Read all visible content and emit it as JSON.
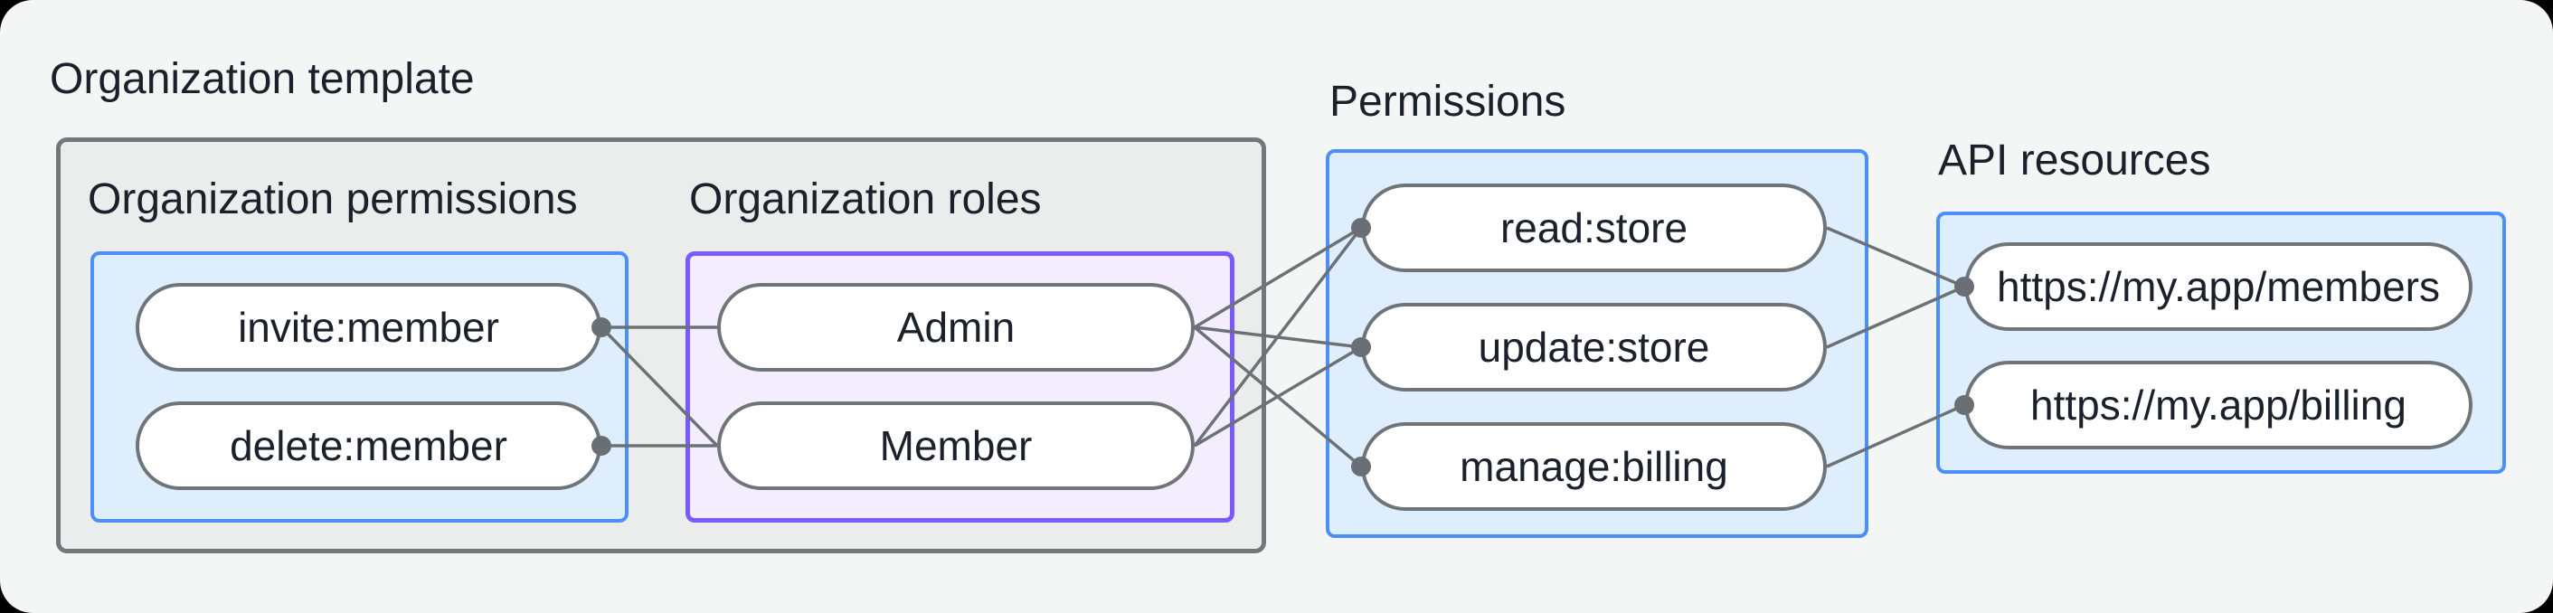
{
  "org_template": {
    "label": "Organization template"
  },
  "org_permissions": {
    "label": "Organization permissions",
    "items": [
      {
        "id": "invite-member",
        "label": "invite:member"
      },
      {
        "id": "delete-member",
        "label": "delete:member"
      }
    ]
  },
  "org_roles": {
    "label": "Organization roles",
    "items": [
      {
        "id": "admin",
        "label": "Admin"
      },
      {
        "id": "member",
        "label": "Member"
      }
    ]
  },
  "permissions": {
    "label": "Permissions",
    "items": [
      {
        "id": "read-store",
        "label": "read:store"
      },
      {
        "id": "update-store",
        "label": "update:store"
      },
      {
        "id": "manage-billing",
        "label": "manage:billing"
      }
    ]
  },
  "api_resources": {
    "label": "API resources",
    "items": [
      {
        "id": "api-members",
        "label": "https://my.app/members"
      },
      {
        "id": "api-billing",
        "label": "https://my.app/billing"
      }
    ]
  },
  "edges": [
    {
      "from": "invite-member",
      "from_side": "right",
      "to": "admin",
      "to_side": "left",
      "dot": "from"
    },
    {
      "from": "invite-member",
      "from_side": "right",
      "to": "member",
      "to_side": "left",
      "dot": "from"
    },
    {
      "from": "delete-member",
      "from_side": "right",
      "to": "member",
      "to_side": "left",
      "dot": "from"
    },
    {
      "from": "admin",
      "from_side": "right",
      "to": "read-store",
      "to_side": "left",
      "dot": "to"
    },
    {
      "from": "admin",
      "from_side": "right",
      "to": "update-store",
      "to_side": "left",
      "dot": "to"
    },
    {
      "from": "admin",
      "from_side": "right",
      "to": "manage-billing",
      "to_side": "left",
      "dot": "to"
    },
    {
      "from": "member",
      "from_side": "right",
      "to": "read-store",
      "to_side": "left",
      "dot": "to"
    },
    {
      "from": "member",
      "from_side": "right",
      "to": "update-store",
      "to_side": "left",
      "dot": "to"
    },
    {
      "from": "read-store",
      "from_side": "right",
      "to": "api-members",
      "to_side": "left",
      "dot": "to"
    },
    {
      "from": "update-store",
      "from_side": "right",
      "to": "api-members",
      "to_side": "left",
      "dot": "to"
    },
    {
      "from": "manage-billing",
      "from_side": "right",
      "to": "api-billing",
      "to_side": "left",
      "dot": "to"
    }
  ],
  "style": {
    "background": "#f4f6f5",
    "container_fill": "#ebedec",
    "container_border": "#72777b",
    "blue_fill": "#deeefc",
    "blue_border": "#4a90f8",
    "purple_fill": "#f3edfd",
    "purple_border": "#7a5af8",
    "node_fill": "#ffffff",
    "node_border": "#6e7478",
    "text_color": "#1a212b",
    "line_color": "#6b7176",
    "dot_color": "#696f74",
    "line_width": 3.5,
    "dot_radius": 11
  }
}
